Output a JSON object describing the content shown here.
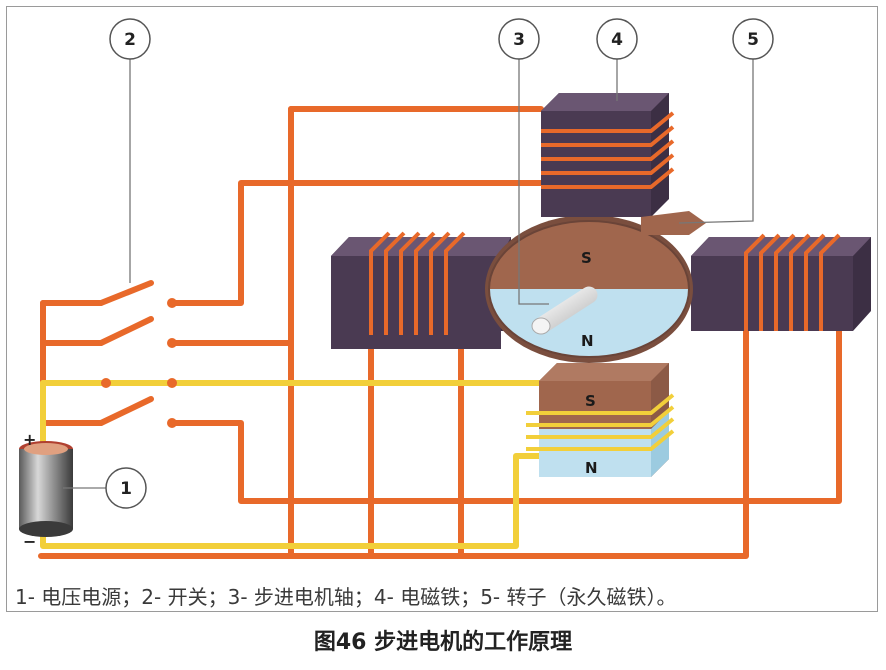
{
  "diagram": {
    "callouts": [
      "1",
      "2",
      "3",
      "4",
      "5"
    ],
    "pole_labels": {
      "rotor_top": "S",
      "rotor_bottom": "N",
      "magnet_top": "S",
      "magnet_bottom": "N"
    },
    "battery_signs": {
      "positive": "+",
      "negative": "−"
    },
    "colors": {
      "wire_orange": "#e8692a",
      "wire_yellow": "#f2cf3a",
      "magnet_dark": "#4a3a52",
      "rotor_brown": "#a0664d",
      "rotor_blue": "#bfe0ef"
    }
  },
  "legend": "1- 电压电源；2- 开关；3- 步进电机轴；4- 电磁铁；5- 转子（永久磁铁）。",
  "caption": "图46 步进电机的工作原理"
}
